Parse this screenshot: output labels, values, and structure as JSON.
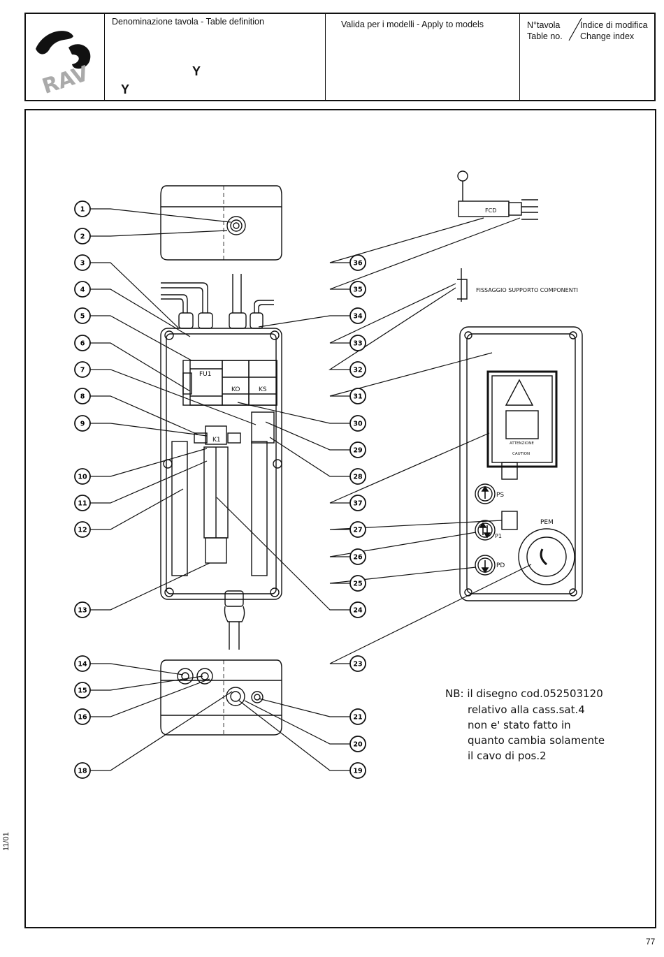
{
  "header": {
    "definition_label": "Denominazione tavola - Table definition",
    "models_label": "Valida per i modelli - Apply to models",
    "table_no_it": "N°tavola",
    "table_no_en": "Table no.",
    "index_it": "Indice di modifica",
    "index_en": "Change index",
    "title_line1": "Y",
    "title_line2": "Y",
    "logo_text": "RAV"
  },
  "side_text": "11/01",
  "page_number": "77",
  "diagram": {
    "callouts": [
      "1",
      "2",
      "3",
      "4",
      "5",
      "6",
      "7",
      "8",
      "9",
      "10",
      "11",
      "12",
      "13",
      "14",
      "15",
      "16",
      "18",
      "19",
      "20",
      "21",
      "23",
      "24",
      "25",
      "26",
      "27",
      "28",
      "29",
      "30",
      "31",
      "32",
      "33",
      "34",
      "35",
      "36",
      "37"
    ],
    "component_labels": {
      "fu1": "FU1",
      "ko": "KO",
      "ks": "KS",
      "k1": "K1",
      "fcd": "FCD",
      "ps": "PS",
      "p1": "P1",
      "pd": "PD",
      "pem": "PEM",
      "attenzione": "ATTENZIONE",
      "caution": "CAUTION",
      "fissaggio": "FISSAGGIO SUPPORTO COMPONENTI"
    },
    "note": {
      "line1": "NB: il disegno cod.052503120",
      "line2": "relativo alla cass.sat.4",
      "line3": "non e' stato fatto in",
      "line4": "quanto cambia solamente",
      "line5": "il cavo di pos.2"
    }
  }
}
